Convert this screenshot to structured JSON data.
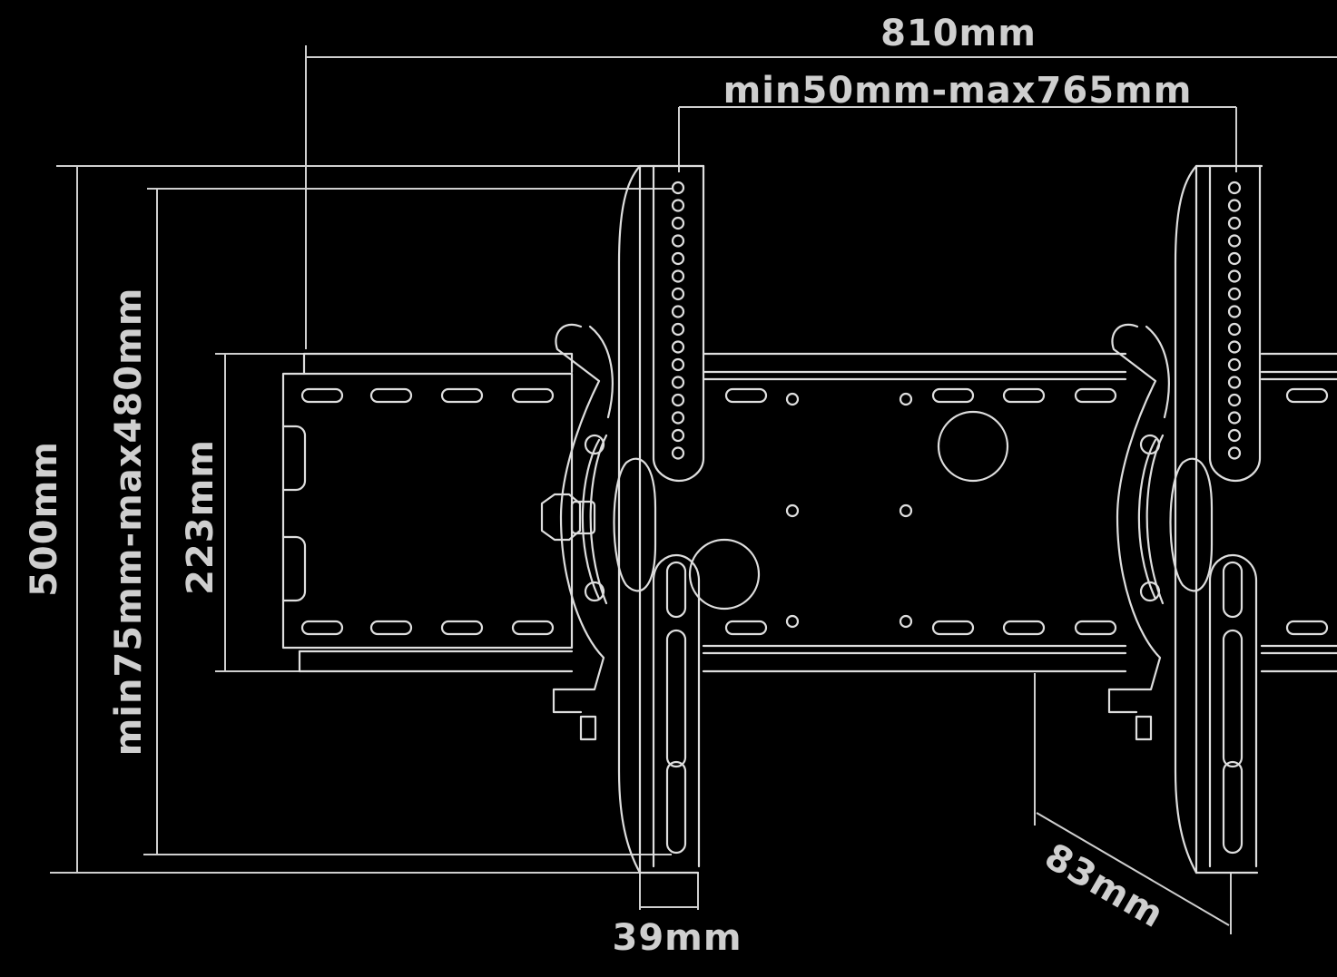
{
  "dimensions": {
    "overall_width": "810mm",
    "hole_spacing": "min50mm-max765mm",
    "overall_height": "500mm",
    "vesa_vertical": "min75mm-max480mm",
    "wall_plate_height": "223mm",
    "profile_depth": "39mm",
    "wall_distance": "83mm"
  },
  "colors": {
    "background": "#000000",
    "line": "#dedede",
    "text": "#cfcfcf"
  }
}
